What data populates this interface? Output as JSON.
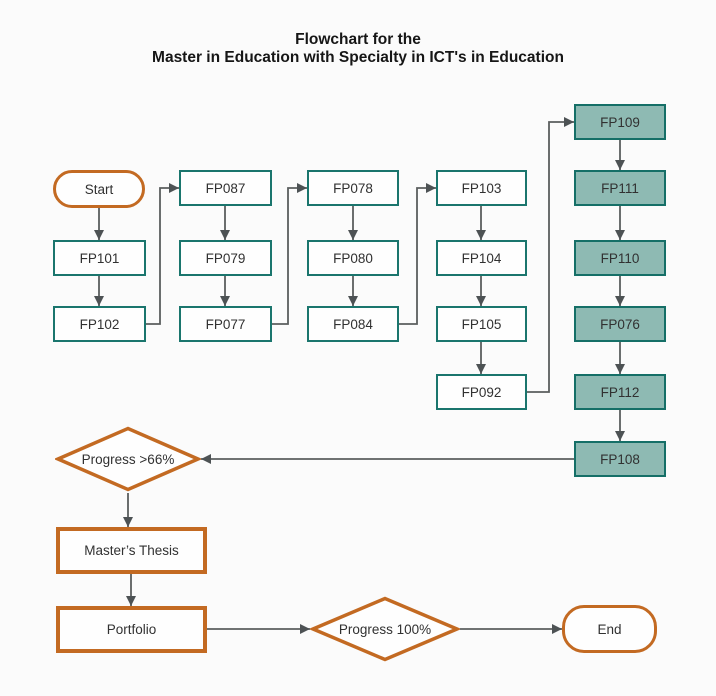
{
  "title": {
    "line1": "Flowchart for the",
    "line2": "Master in Education with Specialty in ICT's in Education"
  },
  "palette": {
    "teal_border": "#1a756d",
    "teal_fill": "#8ebab3",
    "box_fill": "#fefefe",
    "orange": "#c36a22",
    "connector_gray": "#5b5e5e",
    "text": "#313131",
    "background": "#fbfbfb"
  },
  "nodes": {
    "start": {
      "label": "Start",
      "shape": "terminator"
    },
    "fp101": {
      "label": "FP101",
      "shape": "process"
    },
    "fp102": {
      "label": "FP102",
      "shape": "process"
    },
    "fp087": {
      "label": "FP087",
      "shape": "process"
    },
    "fp079": {
      "label": "FP079",
      "shape": "process"
    },
    "fp077": {
      "label": "FP077",
      "shape": "process"
    },
    "fp078": {
      "label": "FP078",
      "shape": "process"
    },
    "fp080": {
      "label": "FP080",
      "shape": "process"
    },
    "fp084": {
      "label": "FP084",
      "shape": "process"
    },
    "fp103": {
      "label": "FP103",
      "shape": "process"
    },
    "fp104": {
      "label": "FP104",
      "shape": "process"
    },
    "fp105": {
      "label": "FP105",
      "shape": "process"
    },
    "fp092": {
      "label": "FP092",
      "shape": "process"
    },
    "fp109": {
      "label": "FP109",
      "shape": "process-filled"
    },
    "fp111": {
      "label": "FP111",
      "shape": "process-filled"
    },
    "fp110": {
      "label": "FP110",
      "shape": "process-filled"
    },
    "fp076": {
      "label": "FP076",
      "shape": "process-filled"
    },
    "fp112": {
      "label": "FP112",
      "shape": "process-filled"
    },
    "fp108": {
      "label": "FP108",
      "shape": "process-filled"
    },
    "progress66": {
      "label": "Progress >66%",
      "shape": "decision"
    },
    "thesis": {
      "label": "Master’s Thesis",
      "shape": "process-orange"
    },
    "portfolio": {
      "label": "Portfolio",
      "shape": "process-orange"
    },
    "progress100": {
      "label": "Progress 100%",
      "shape": "decision"
    },
    "end": {
      "label": "End",
      "shape": "terminator"
    }
  },
  "edges": [
    {
      "from": "start",
      "to": "fp101"
    },
    {
      "from": "fp101",
      "to": "fp102"
    },
    {
      "from": "fp102",
      "to": "fp087"
    },
    {
      "from": "fp087",
      "to": "fp079"
    },
    {
      "from": "fp079",
      "to": "fp077"
    },
    {
      "from": "fp077",
      "to": "fp078"
    },
    {
      "from": "fp078",
      "to": "fp080"
    },
    {
      "from": "fp080",
      "to": "fp084"
    },
    {
      "from": "fp084",
      "to": "fp103"
    },
    {
      "from": "fp103",
      "to": "fp104"
    },
    {
      "from": "fp104",
      "to": "fp105"
    },
    {
      "from": "fp105",
      "to": "fp092"
    },
    {
      "from": "fp092",
      "to": "fp109"
    },
    {
      "from": "fp109",
      "to": "fp111"
    },
    {
      "from": "fp111",
      "to": "fp110"
    },
    {
      "from": "fp110",
      "to": "fp076"
    },
    {
      "from": "fp076",
      "to": "fp112"
    },
    {
      "from": "fp112",
      "to": "fp108"
    },
    {
      "from": "fp108",
      "to": "progress66"
    },
    {
      "from": "progress66",
      "to": "thesis"
    },
    {
      "from": "thesis",
      "to": "portfolio"
    },
    {
      "from": "portfolio",
      "to": "progress100"
    },
    {
      "from": "progress100",
      "to": "end"
    }
  ]
}
